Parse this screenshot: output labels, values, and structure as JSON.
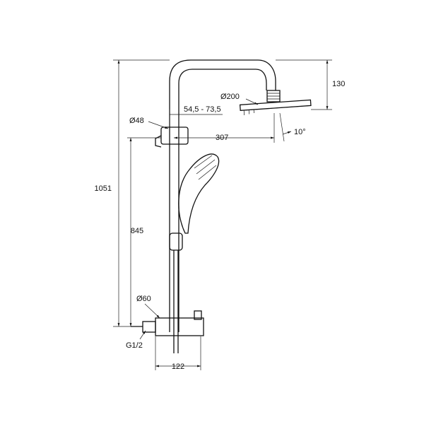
{
  "drawing": {
    "dimensions": {
      "total_height": "1051",
      "handset_height": "845",
      "rail_diameter": "Ø48",
      "slider_range": "54,5 - 73,5",
      "arm_projection": "307",
      "head_diameter": "Ø200",
      "head_drop": "130",
      "tilt_angle": "10°",
      "valve_diameter": "Ø60",
      "inlet_thread": "G1/2",
      "valve_width": "122"
    }
  }
}
